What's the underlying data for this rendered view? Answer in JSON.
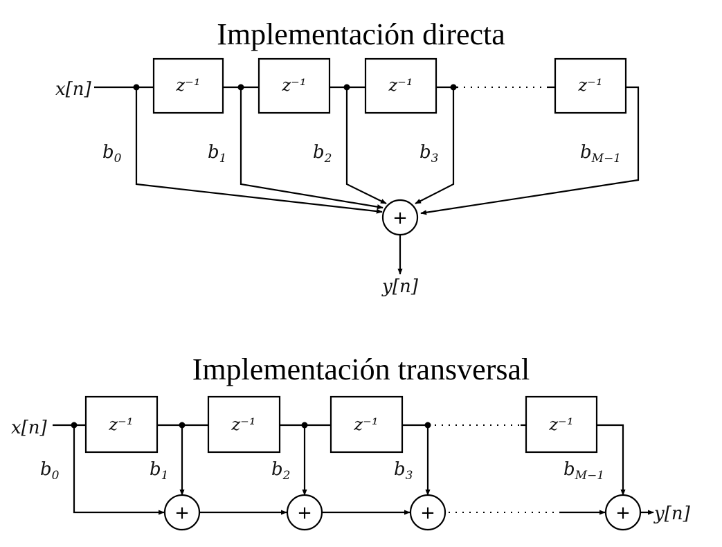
{
  "direct": {
    "title": "Implementación directa",
    "input": "x[n]",
    "output": "y[n]",
    "delay": "z⁻¹",
    "sum": "+",
    "coefficients": [
      {
        "base": "b",
        "sub": "0"
      },
      {
        "base": "b",
        "sub": "1"
      },
      {
        "base": "b",
        "sub": "2"
      },
      {
        "base": "b",
        "sub": "3"
      },
      {
        "base": "b",
        "sub": "M−1"
      }
    ]
  },
  "transversal": {
    "title": "Implementación transversal",
    "input": "x[n]",
    "output": "y[n]",
    "delay": "z⁻¹",
    "sum": "+",
    "coefficients": [
      {
        "base": "b",
        "sub": "0"
      },
      {
        "base": "b",
        "sub": "1"
      },
      {
        "base": "b",
        "sub": "2"
      },
      {
        "base": "b",
        "sub": "3"
      },
      {
        "base": "b",
        "sub": "M−1"
      }
    ]
  }
}
